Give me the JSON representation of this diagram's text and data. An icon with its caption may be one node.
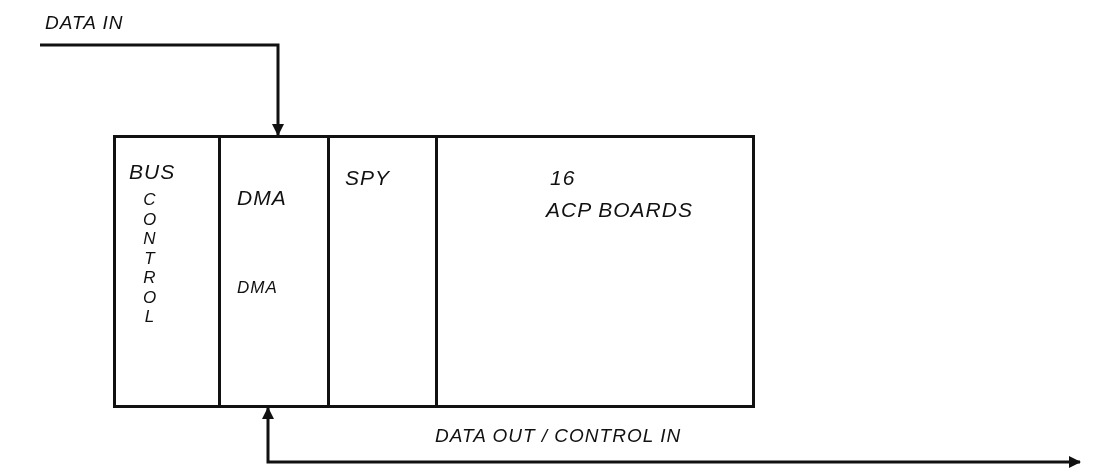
{
  "diagram": {
    "nodes": [
      {
        "text": [],
        "shape": "box"
      },
      {
        "text": [
          "BUS",
          "CONTROL"
        ],
        "in": 0
      },
      {
        "text": [
          "DMA",
          "DMA"
        ],
        "in": 0
      },
      {
        "text": [
          "SPY"
        ],
        "in": 0
      },
      {
        "text": [
          "16",
          "ACP BOARDS"
        ],
        "in": 0
      }
    ],
    "edges": [
      {
        "from": null,
        "to": 2,
        "arrow": "to",
        "label": "DATA IN"
      },
      {
        "from": 2,
        "to": null,
        "arrow": "both",
        "label": "DATA OUT / CONTROL IN"
      }
    ]
  }
}
